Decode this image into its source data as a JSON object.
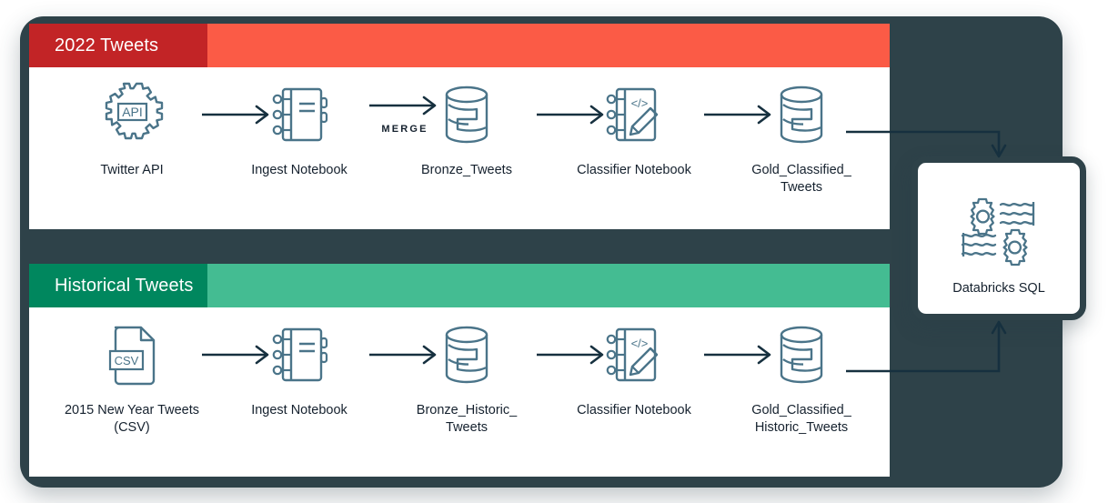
{
  "diagram": {
    "title": "Twitter sentiment pipeline architecture",
    "colors": {
      "panel_dark": "#2E4249",
      "header_red_dark": "#C22426",
      "header_red_light": "#FB5B46",
      "header_green_dark": "#00875E",
      "header_green_light": "#44BC92",
      "icon_stroke": "#4A7489",
      "arrow": "#16303F",
      "label_text": "#15212E",
      "surface": "#FFFFFF"
    },
    "rows": [
      {
        "id": "tweets-2022",
        "header_label": "2022 Tweets",
        "header_dark": "#C22426",
        "header_light": "#FB5B46",
        "stages": [
          {
            "icon": "api-gear-icon",
            "icon_text": "API",
            "label": "Twitter API"
          },
          {
            "icon": "notebook-icon",
            "icon_text": "",
            "label": "Ingest Notebook"
          },
          {
            "icon": "database-cylinder-icon",
            "icon_text": "",
            "label": "Bronze_Tweets"
          },
          {
            "icon": "classifier-notebook-icon",
            "icon_text": "</>",
            "label": "Classifier Notebook"
          },
          {
            "icon": "database-cylinder-icon",
            "icon_text": "",
            "label": "Gold_Classified_\nTweets"
          }
        ],
        "connectors": [
          {
            "label": ""
          },
          {
            "label": "MERGE"
          },
          {
            "label": ""
          },
          {
            "label": ""
          }
        ]
      },
      {
        "id": "historical-tweets",
        "header_label": "Historical Tweets",
        "header_dark": "#00875E",
        "header_light": "#44BC92",
        "stages": [
          {
            "icon": "csv-file-icon",
            "icon_text": "CSV",
            "label": "2015 New Year Tweets\n(CSV)"
          },
          {
            "icon": "notebook-icon",
            "icon_text": "",
            "label": "Ingest Notebook"
          },
          {
            "icon": "database-cylinder-icon",
            "icon_text": "",
            "label": "Bronze_Historic_\nTweets"
          },
          {
            "icon": "classifier-notebook-icon",
            "icon_text": "</>",
            "label": "Classifier Notebook"
          },
          {
            "icon": "database-cylinder-icon",
            "icon_text": "",
            "label": "Gold_Classified_\nHistoric_Tweets"
          }
        ],
        "connectors": [
          {
            "label": ""
          },
          {
            "label": ""
          },
          {
            "label": ""
          },
          {
            "label": ""
          }
        ]
      }
    ],
    "sink": {
      "icon": "gears-waves-icon",
      "label": "Databricks SQL"
    }
  }
}
